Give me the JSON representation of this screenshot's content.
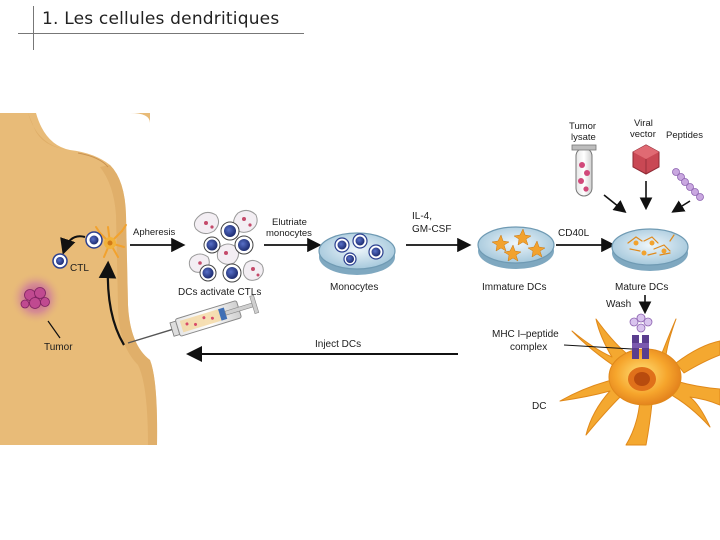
{
  "title": "1. Les cellules dendritiques",
  "labels": {
    "ctl": "CTL",
    "tumor": "Tumor",
    "apheresis": "Apheresis",
    "elutriate_line1": "Elutriate",
    "elutriate_line2": "monocytes",
    "dcs_activate": "DCs activate CTLs",
    "monocytes": "Monocytes",
    "il4": "IL-4,",
    "gmcsf": "GM-CSF",
    "immature": "Immature DCs",
    "cd40l": "CD40L",
    "mature": "Mature DCs",
    "tumor_lysate_1": "Tumor",
    "tumor_lysate_2": "lysate",
    "viral_vector_1": "Viral",
    "viral_vector_2": "vector",
    "peptides": "Peptides",
    "wash": "Wash",
    "mhc_1": "MHC I–peptide",
    "mhc_2": "complex",
    "inject": "Inject DCs",
    "dc": "DC"
  },
  "colors": {
    "skin": "#e8bb78",
    "skin_shadow": "#d9a55e",
    "monocyte_blue": "#2b3f8f",
    "dc_orange": "#f2a22e",
    "tumor_purple": "#a8387a",
    "mhc_purple": "#5a3d8e",
    "dish_blue": "#9ec3d8"
  }
}
